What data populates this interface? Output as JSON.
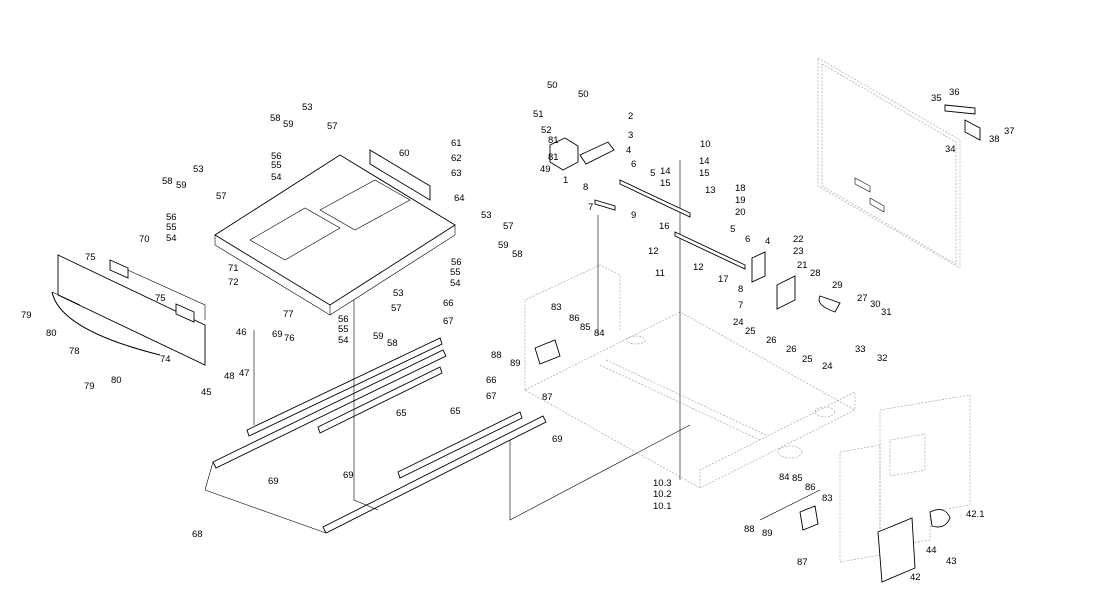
{
  "labels": [
    "1",
    "2",
    "3",
    "4",
    "4",
    "5",
    "5",
    "6",
    "6",
    "7",
    "7",
    "8",
    "8",
    "9",
    "10",
    "10.1",
    "10.2",
    "10.3",
    "11",
    "12",
    "12",
    "13",
    "14",
    "14",
    "15",
    "15",
    "16",
    "17",
    "18",
    "19",
    "20",
    "21",
    "22",
    "23",
    "24",
    "24",
    "25",
    "25",
    "26",
    "26",
    "27",
    "28",
    "29",
    "30",
    "31",
    "32",
    "33",
    "34",
    "35",
    "36",
    "37",
    "38",
    "42",
    "42.1",
    "43",
    "44",
    "45",
    "46",
    "47",
    "48",
    "49",
    "50",
    "50",
    "51",
    "52",
    "53",
    "53",
    "53",
    "53",
    "54",
    "54",
    "54",
    "54",
    "55",
    "55",
    "55",
    "55",
    "56",
    "56",
    "56",
    "56",
    "57",
    "57",
    "57",
    "57",
    "58",
    "58",
    "58",
    "58",
    "59",
    "59",
    "59",
    "59",
    "60",
    "61",
    "62",
    "63",
    "64",
    "65",
    "65",
    "66",
    "66",
    "67",
    "67",
    "68",
    "69",
    "69",
    "69",
    "69",
    "70",
    "71",
    "72",
    "74",
    "75",
    "75",
    "76",
    "77",
    "78",
    "79",
    "79",
    "80",
    "80",
    "81",
    "81",
    "83",
    "83",
    "84",
    "84",
    "85",
    "85",
    "86",
    "86",
    "87",
    "87",
    "88",
    "88",
    "89",
    "89"
  ]
}
